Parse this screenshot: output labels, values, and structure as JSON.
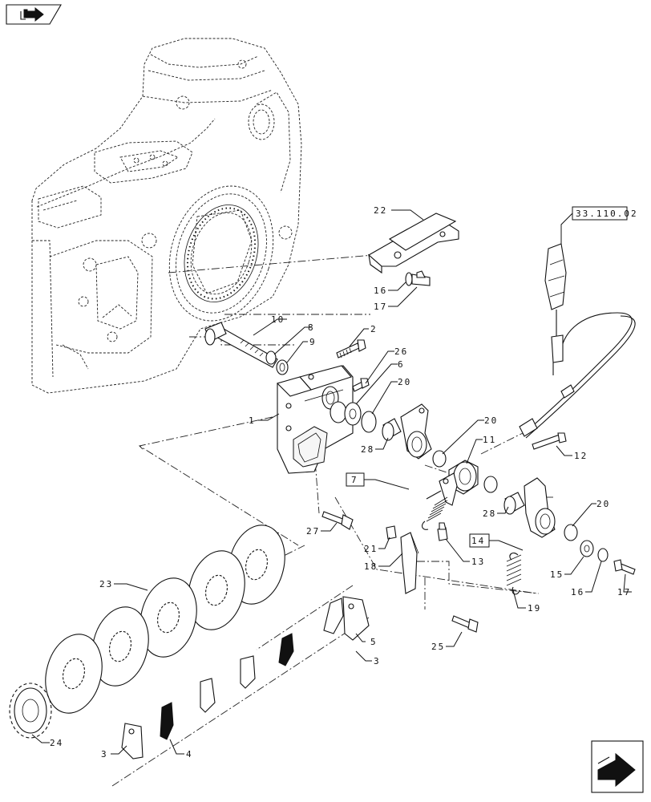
{
  "callouts": [
    {
      "id": "c1",
      "text": "1"
    },
    {
      "id": "c2",
      "text": "2"
    },
    {
      "id": "c3a",
      "text": "3"
    },
    {
      "id": "c3b",
      "text": "3"
    },
    {
      "id": "c4",
      "text": "4"
    },
    {
      "id": "c5",
      "text": "5"
    },
    {
      "id": "c6",
      "text": "6"
    },
    {
      "id": "c8",
      "text": "8"
    },
    {
      "id": "c9",
      "text": "9"
    },
    {
      "id": "c10",
      "text": "10"
    },
    {
      "id": "c11",
      "text": "11"
    },
    {
      "id": "c12",
      "text": "12"
    },
    {
      "id": "c13",
      "text": "13"
    },
    {
      "id": "c15",
      "text": "15"
    },
    {
      "id": "c16a",
      "text": "16"
    },
    {
      "id": "c16b",
      "text": "16"
    },
    {
      "id": "c17a",
      "text": "17"
    },
    {
      "id": "c17b",
      "text": "17"
    },
    {
      "id": "c18",
      "text": "18"
    },
    {
      "id": "c19",
      "text": "19"
    },
    {
      "id": "c20a",
      "text": "20"
    },
    {
      "id": "c20b",
      "text": "20"
    },
    {
      "id": "c20c",
      "text": "20"
    },
    {
      "id": "c21",
      "text": "21"
    },
    {
      "id": "c22",
      "text": "22"
    },
    {
      "id": "c23",
      "text": "23"
    },
    {
      "id": "c24",
      "text": "24"
    },
    {
      "id": "c25",
      "text": "25"
    },
    {
      "id": "c26",
      "text": "26"
    },
    {
      "id": "c27",
      "text": "27"
    },
    {
      "id": "c28a",
      "text": "28"
    },
    {
      "id": "c28b",
      "text": "28"
    }
  ],
  "ref_boxes": {
    "box7": "7",
    "box14": "14",
    "section_ref": "33.110.02"
  },
  "icons": {
    "top_left": "book-arrow-icon",
    "bottom_right": "next-page-arrow-icon"
  }
}
